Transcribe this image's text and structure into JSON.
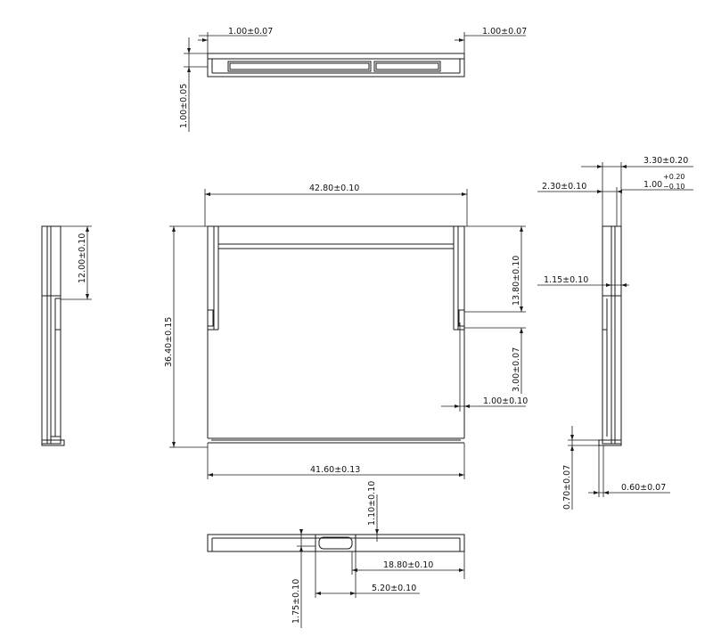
{
  "dimensions": {
    "top_left_edge": "1.00±0.07",
    "top_right_edge": "1.00±0.07",
    "top_height": "1.00±0.05",
    "width_outer": "42.80±0.10",
    "height_outer": "36.40±0.15",
    "left_side_len": "12.00±0.10",
    "right_slot_len": "13.80±0.10",
    "right_notch": "3.00±0.07",
    "right_step": "1.00±0.10",
    "bottom_width": "41.60±0.13",
    "side_top_a": "3.30±0.20",
    "side_top_b_base": "1.00",
    "side_top_b_plus": "+0.20",
    "side_top_b_minus": "−0.10",
    "side_2_30": "2.30±0.10",
    "side_1_15": "1.15±0.10",
    "side_bottom_0_70": "0.70±0.07",
    "side_bottom_0_60": "0.60±0.07",
    "bottom_1_10": "1.10±0.10",
    "bottom_18_80": "18.80±0.10",
    "bottom_5_20": "5.20±0.10",
    "bottom_1_75": "1.75±0.10"
  }
}
